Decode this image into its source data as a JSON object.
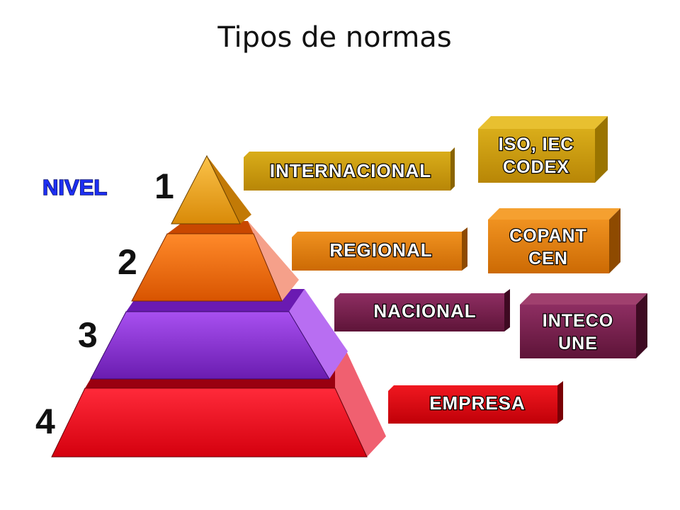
{
  "title": "Tipos de normas",
  "nivel_label": "NIVEL",
  "levels": [
    {
      "number": "1",
      "label": "INTERNACIONAL",
      "bodies": [
        "ISO, IEC",
        "CODEX"
      ]
    },
    {
      "number": "2",
      "label": "REGIONAL",
      "bodies": [
        "COPANT",
        "CEN"
      ]
    },
    {
      "number": "3",
      "label": "NACIONAL",
      "bodies": [
        "INTECO",
        "UNE"
      ]
    },
    {
      "number": "4",
      "label": "EMPRESA",
      "bodies": []
    }
  ],
  "colors": {
    "level1": "#f0a018",
    "level2": "#f06a0a",
    "level3": "#8c2fd6",
    "level4": "#e8101e",
    "label_international": "#c89808",
    "label_regional": "#e07a08",
    "label_national": "#7a1f4e",
    "label_company": "#e00810",
    "nivel_text": "#1d2ff2"
  }
}
